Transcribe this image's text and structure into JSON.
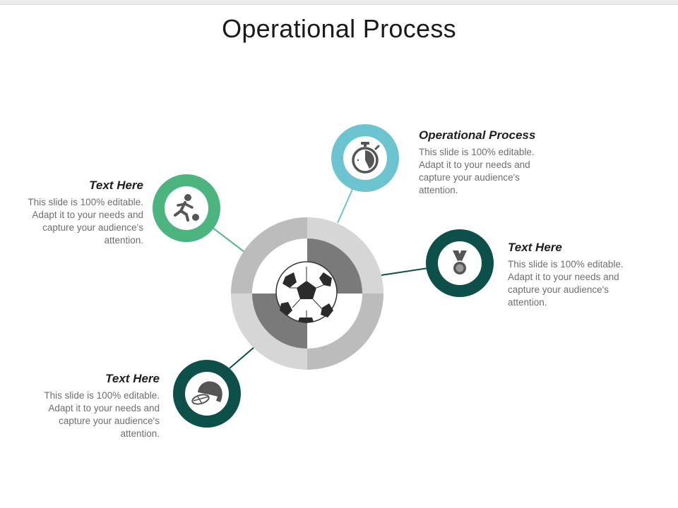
{
  "slide": {
    "title": "Operational Process"
  },
  "colors": {
    "teal_light": "#6cc4d1",
    "green": "#4cb57f",
    "teal_dark": "#0d5049",
    "ring_light": "#d6d6d6",
    "ring_mid": "#bcbcbc",
    "quadrant_dark": "#7a7a7a",
    "text_body": "#6e6e6e"
  },
  "nodes": [
    {
      "id": "top-right",
      "icon": "stopwatch-icon",
      "color": "#6cc4d1",
      "heading": "Operational Process",
      "body": "This slide is 100% editable. Adapt it to your needs and capture your audience's attention."
    },
    {
      "id": "left",
      "icon": "player-kicking-ball-icon",
      "color": "#4cb57f",
      "heading": "Text Here",
      "body": "This slide is 100% editable. Adapt it to your needs and capture your audience's attention."
    },
    {
      "id": "right",
      "icon": "medal-icon",
      "color": "#0d5049",
      "heading": "Text Here",
      "body": "This slide is 100% editable. Adapt it to your needs and capture your audience's attention."
    },
    {
      "id": "bottom-left",
      "icon": "helmet-icon",
      "color": "#0d5049",
      "heading": "Text Here",
      "body": "This slide is 100% editable. Adapt it to your needs and capture your audience's attention."
    }
  ],
  "center": {
    "icon": "soccer-ball-icon"
  }
}
